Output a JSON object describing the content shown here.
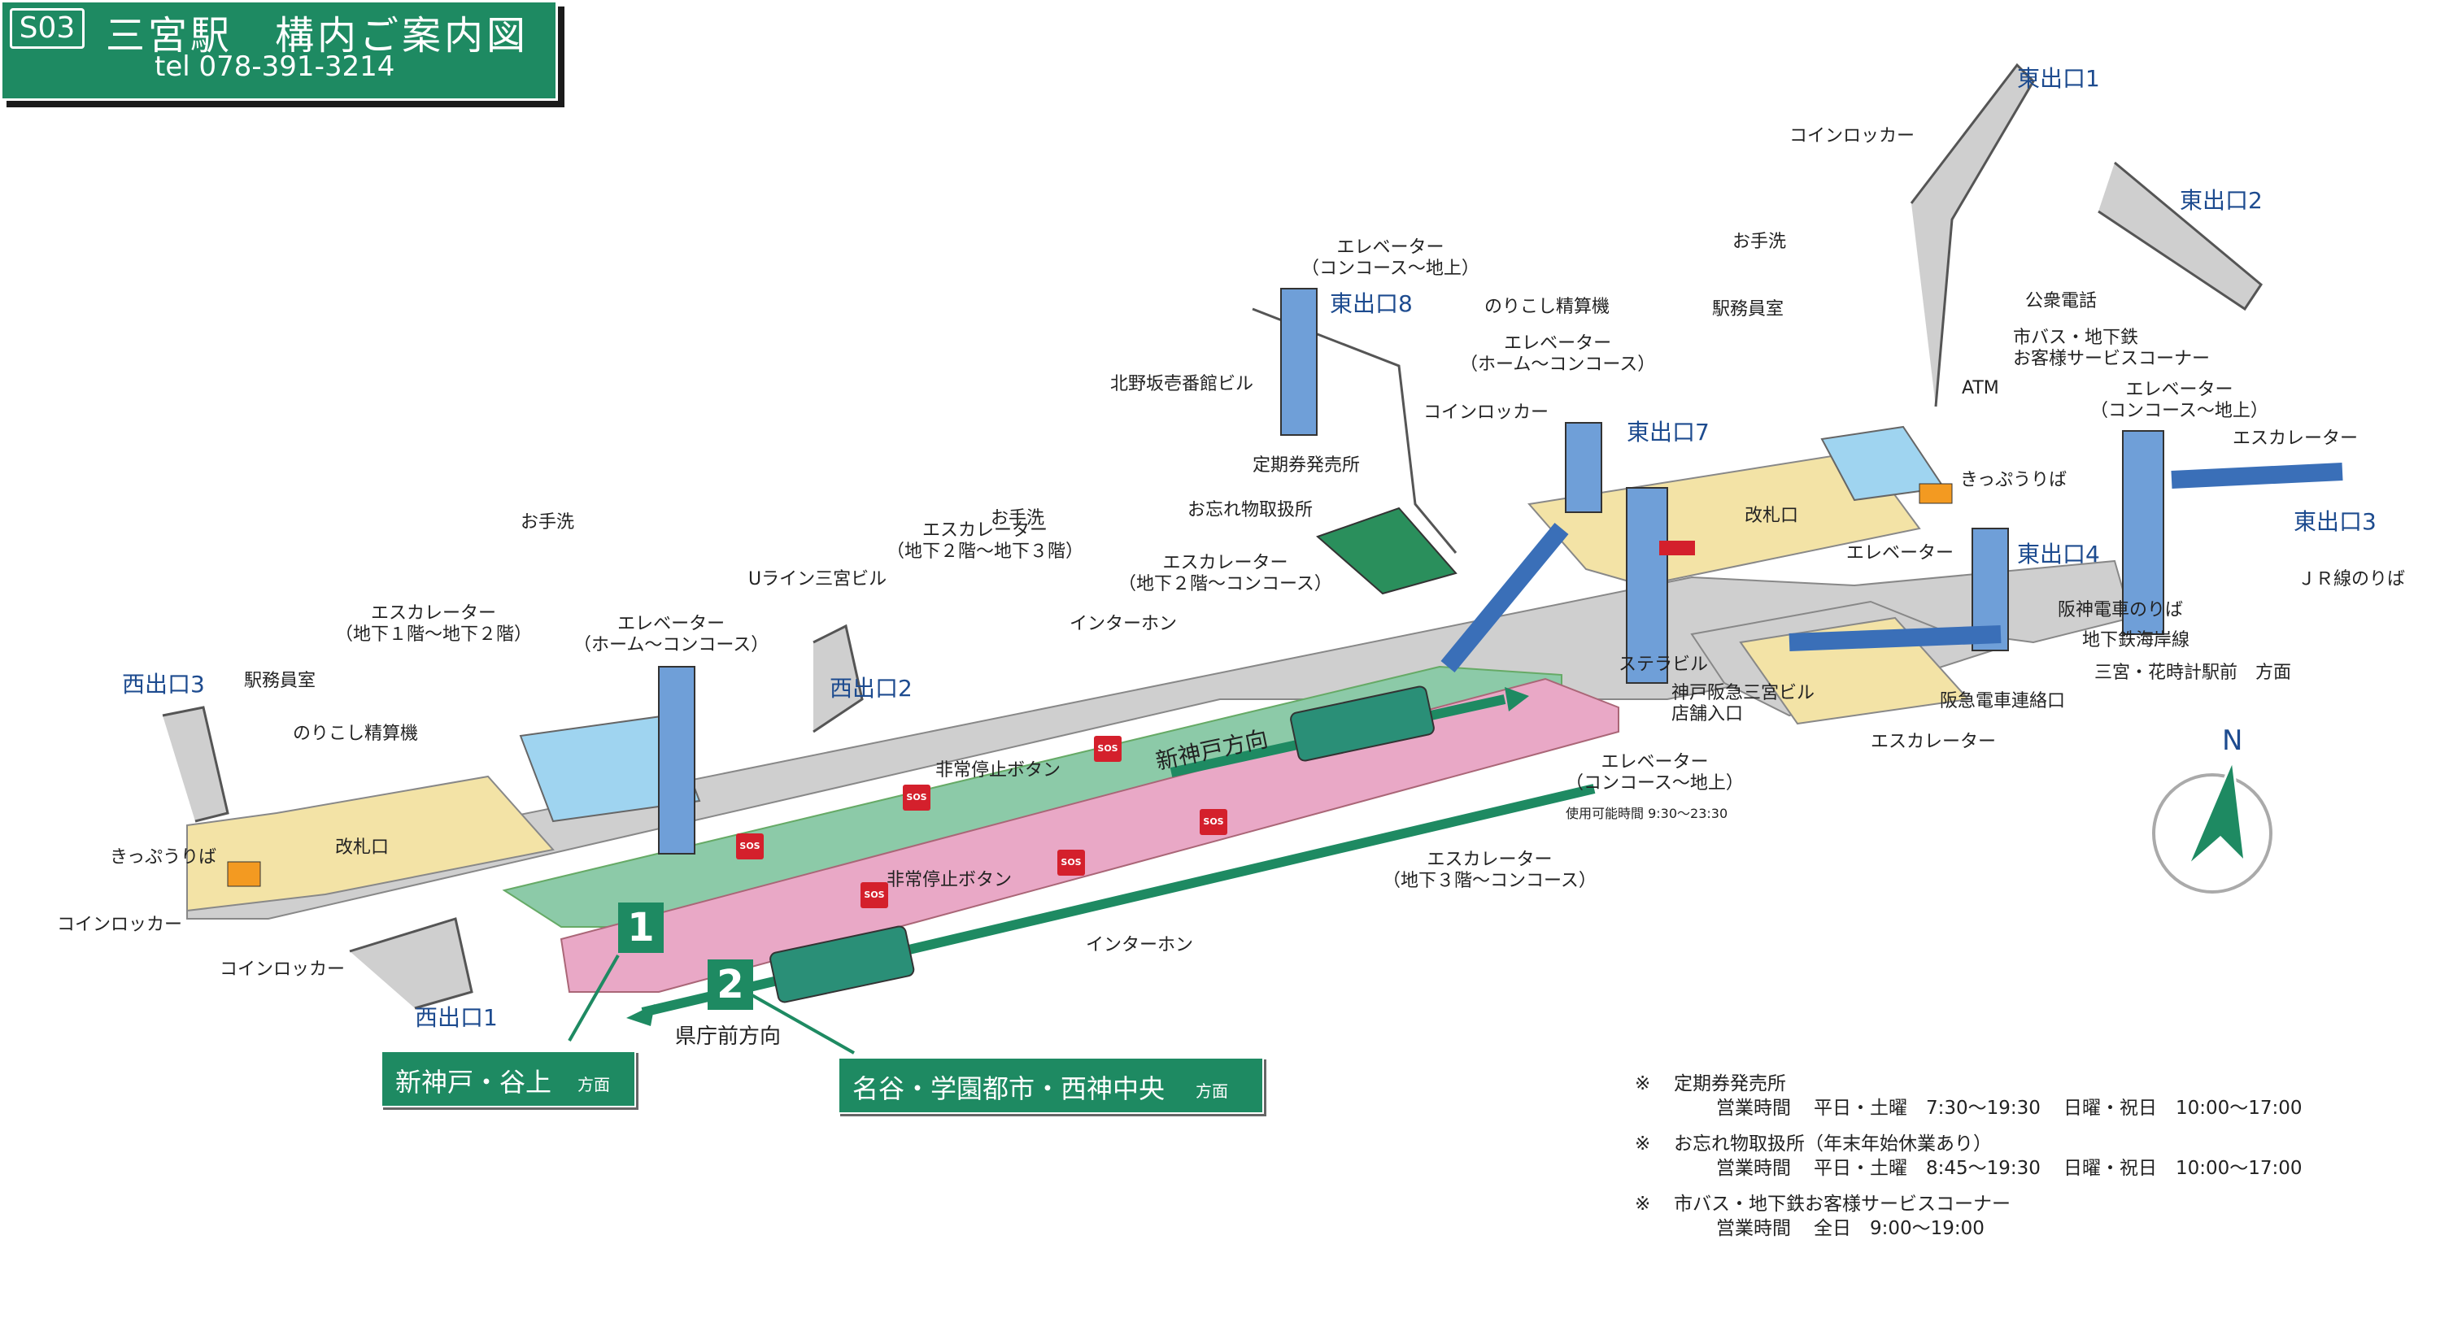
{
  "header": {
    "station_code": "S03",
    "title": "三宮駅　構内ご案内図",
    "tel": "tel 078-391-3214"
  },
  "exits": {
    "west1": "西出口1",
    "west2": "西出口2",
    "west3": "西出口3",
    "east1": "東出口1",
    "east2": "東出口2",
    "east3": "東出口3",
    "east4": "東出口4",
    "east7": "東出口7",
    "east8": "東出口8"
  },
  "labels": {
    "toilet_w": "お手洗",
    "escalator_b1_b2": "エスカレーター\n（地下１階～地下２階）",
    "station_office_w": "駅務員室",
    "fare_adjust_w": "のりこし精算機",
    "ticket_gate_w": "改札口",
    "ticket_w": "きっぷうりば",
    "locker_w1": "コインロッカー",
    "locker_w2": "コインロッカー",
    "elevator_home_concourse_w": "エレベーター\n（ホーム～コンコース）",
    "u_line_bldg": "Uライン三宮ビル",
    "escalator_b2_b3": "エスカレーター\n（地下２階～地下３階）",
    "toilet_c": "お手洗",
    "escalator_b2_concourse": "エスカレーター\n（地下２階～コンコース）",
    "intercom_top": "インターホン",
    "emergency_stop_top": "非常停止ボタン",
    "emergency_stop_bottom": "非常停止ボタン",
    "intercom_bottom": "インターホン",
    "shinkobe_direction": "新神戸方向",
    "kenchomae_direction": "県庁前方向",
    "commuter_pass_office": "定期券発売所",
    "lost_found": "お忘れ物取扱所",
    "kitanozaka_bldg": "北野坂壱番館ビル",
    "elevator_concourse_ground_8": "エレベーター\n（コンコース～地上）",
    "locker_c": "コインロッカー",
    "fare_adjust_e": "のりこし精算機",
    "elevator_home_concourse_e": "エレベーター\n（ホーム～コンコース）",
    "toilet_e": "お手洗",
    "station_office_e": "駅務員室",
    "locker_e": "コインロッカー",
    "public_phone": "公衆電話",
    "bus_service_corner": "市バス・地下鉄\nお客様サービスコーナー",
    "atm": "ATM",
    "elevator_concourse_ground_e": "エレベーター\n（コンコース～地上）",
    "escalator_e": "エスカレーター",
    "ticket_e": "きっぷうりば",
    "ticket_gate_e": "改札口",
    "elevator_e": "エレベーター",
    "jr_line": "ＪＲ線のりば",
    "sterrabill": "ステラビル",
    "kobe_hankyu_bldg": "神戸阪急三宮ビル\n店舗入口",
    "hanshin_line": "阪神電車のりば",
    "kaigan_line": "地下鉄海岸線",
    "sannomiya_hanadokei": "三宮・花時計駅前　方面",
    "hankyu_connect": "阪急電車連絡口",
    "escalator_e2": "エスカレーター",
    "elevator_concourse_ground_s": "エレベーター\n（コンコース～地上）",
    "elevator_hours": "使用可能時間 9:30～23:30",
    "escalator_b3_concourse": "エスカレーター\n（地下３階～コンコース）",
    "north": "N"
  },
  "platforms": {
    "platform1": "1",
    "platform2": "2",
    "dest1_main": "新神戸・谷上",
    "dest1_sub": "方面",
    "dest2_main": "名谷・学園都市・西神中央",
    "dest2_sub": "方面"
  },
  "notes": [
    {
      "mark": "※",
      "title": "定期券発売所",
      "hours": [
        "営業時間",
        "平日・土曜　7:30～19:30",
        "日曜・祝日　10:00～17:00"
      ]
    },
    {
      "mark": "※",
      "title": "お忘れ物取扱所（年末年始休業あり）",
      "hours": [
        "営業時間",
        "平日・土曜　8:45～19:30",
        "日曜・祝日　10:00～17:00"
      ]
    },
    {
      "mark": "※",
      "title": "市バス・地下鉄お客様サービスコーナー",
      "hours": [
        "営業時間",
        "全日　9:00～19:00"
      ]
    }
  ],
  "colors": {
    "brand_green": "#1e8a62",
    "platform_pink": "#e9a8c6",
    "concourse_grey": "#cfcfcf",
    "paid_area_yellow": "#f3e3a6",
    "track_green": "#8ccaa8",
    "elevator_blue": "#6f9fd8",
    "toilet_blue": "#9fd4f0",
    "ticket_orange": "#f39a21",
    "exit_text_blue": "#1d4b8f"
  },
  "icons": [
    "toilet-male-icon",
    "toilet-female-icon",
    "wheelchair-icon",
    "baby-care-icon",
    "ostomate-icon",
    "elevator-icon",
    "escalator-icon",
    "locker-icon",
    "ticket-icon",
    "fare-adjust-icon",
    "station-office-icon",
    "phone-icon",
    "atm-icon",
    "info-icon",
    "intercom-icon",
    "sos-icon",
    "north-arrow-icon"
  ]
}
